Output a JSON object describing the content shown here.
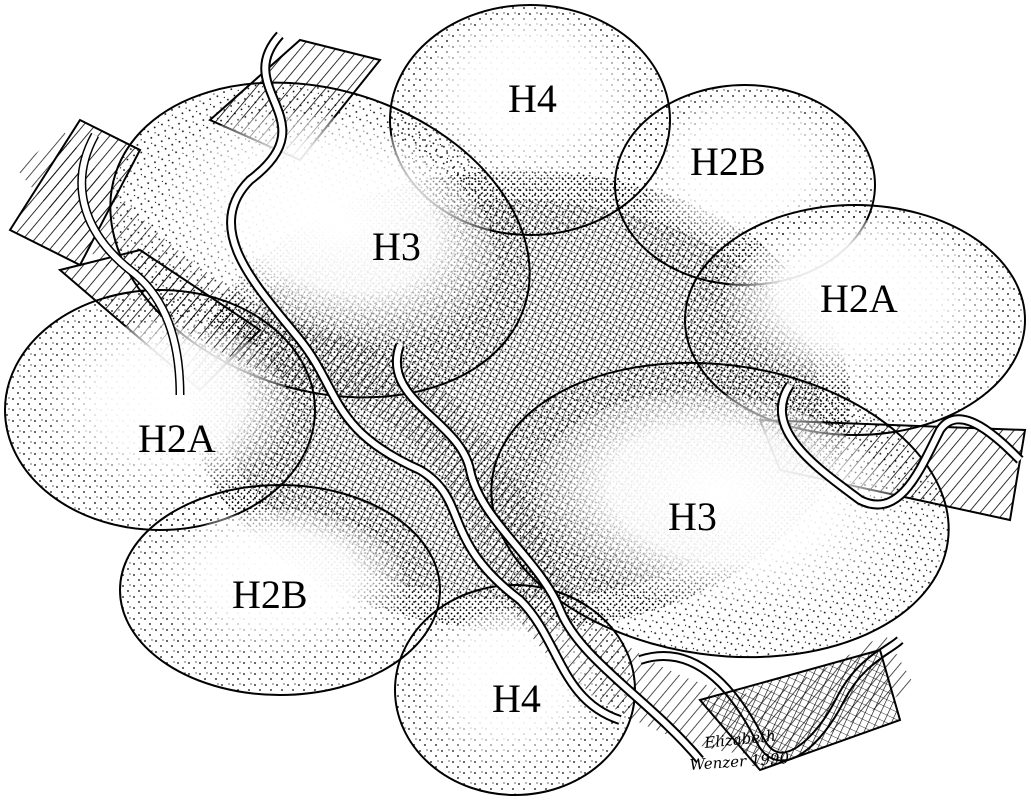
{
  "histones": {
    "h4_top": "H4",
    "h2b_top": "H2B",
    "h3_left": "H3",
    "h2a_right": "H2A",
    "h2a_left": "H2A",
    "h3_right": "H3",
    "h2b_bottom": "H2B",
    "h4_bottom": "H4"
  },
  "signature": {
    "line1": "Elizabeth",
    "line2": "Wenzer 1990"
  }
}
